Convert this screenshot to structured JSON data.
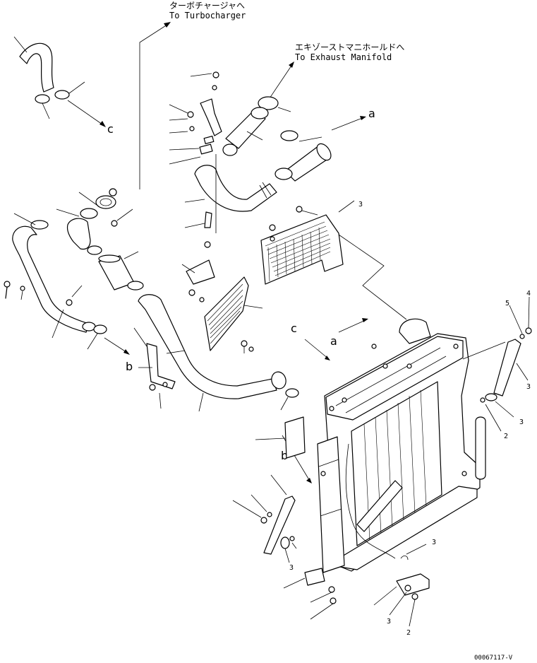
{
  "annotations": {
    "turbo_jp": "ターボチャージャへ",
    "turbo_en": "To Turbocharger",
    "exhaust_jp": "エキゾーストマニホールドへ",
    "exhaust_en": "To Exhaust Manifold"
  },
  "connection_keys": {
    "a_top": "a",
    "a_lower": "a",
    "b_left": "b",
    "b_lower": "b",
    "c_top": "c",
    "c_lower": "c"
  },
  "part_numbers": {
    "n1": "4",
    "n2": "5",
    "n3": "3",
    "n4": "2",
    "n5": "3",
    "n6": "3",
    "n7": "3",
    "n8": "3",
    "n9": "2",
    "n10": "3"
  },
  "drawing_code": "00067117-V"
}
